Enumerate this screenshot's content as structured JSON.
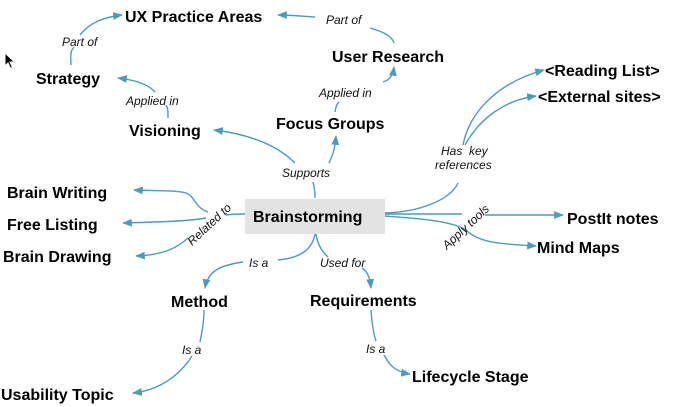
{
  "diagram": {
    "type": "concept-map",
    "center": "Brainstorming",
    "nodes": {
      "ux_practice_areas": "UX Practice Areas",
      "user_research": "User Research",
      "strategy": "Strategy",
      "visioning": "Visioning",
      "focus_groups": "Focus Groups",
      "reading_list": "<Reading List>",
      "external_sites": "<External sites>",
      "brain_writing": "Brain Writing",
      "free_listing": "Free Listing",
      "brain_drawing": "Brain Drawing",
      "brainstorming": "Brainstorming",
      "postit_notes": "PostIt notes",
      "mind_maps": "Mind Maps",
      "method": "Method",
      "requirements": "Requirements",
      "usability_topic": "Usability Topic",
      "lifecycle_stage": "Lifecycle Stage"
    },
    "links": {
      "part_of_1": "Part of",
      "part_of_2": "Part of",
      "applied_in_1": "Applied in",
      "applied_in_2": "Applied in",
      "supports": "Supports",
      "has_key_references_1": "Has  key",
      "has_key_references_2": "references",
      "related_to": "Related to",
      "apply_tools": "Apply tools",
      "is_a_1": "Is a",
      "used_for": "Used for",
      "is_a_2": "Is a",
      "is_a_3": "Is a"
    },
    "relations": [
      {
        "from": "Strategy",
        "label": "Part of",
        "to": "UX Practice Areas"
      },
      {
        "from": "User Research",
        "label": "Part of",
        "to": "UX Practice Areas"
      },
      {
        "from": "Visioning",
        "label": "Applied in",
        "to": "Strategy"
      },
      {
        "from": "Focus Groups",
        "label": "Applied in",
        "to": "User Research"
      },
      {
        "from": "Brainstorming",
        "label": "Supports",
        "to": "Visioning"
      },
      {
        "from": "Brainstorming",
        "label": "Supports",
        "to": "Focus Groups"
      },
      {
        "from": "Brainstorming",
        "label": "Has key references",
        "to": "<Reading List>"
      },
      {
        "from": "Brainstorming",
        "label": "Has key references",
        "to": "<External sites>"
      },
      {
        "from": "Brainstorming",
        "label": "Related to",
        "to": "Brain Writing"
      },
      {
        "from": "Brainstorming",
        "label": "Related to",
        "to": "Free Listing"
      },
      {
        "from": "Brainstorming",
        "label": "Related to",
        "to": "Brain Drawing"
      },
      {
        "from": "Brainstorming",
        "label": "Apply tools",
        "to": "PostIt notes"
      },
      {
        "from": "Brainstorming",
        "label": "Apply tools",
        "to": "Mind Maps"
      },
      {
        "from": "Brainstorming",
        "label": "Is a",
        "to": "Method"
      },
      {
        "from": "Brainstorming",
        "label": "Used for",
        "to": "Requirements"
      },
      {
        "from": "Method",
        "label": "Is a",
        "to": "Usability Topic"
      },
      {
        "from": "Requirements",
        "label": "Is a",
        "to": "Lifecycle Stage"
      }
    ],
    "colors": {
      "edge": "#4d9bbb",
      "center_fill": "#e3e3e3",
      "text": "#000000"
    }
  }
}
